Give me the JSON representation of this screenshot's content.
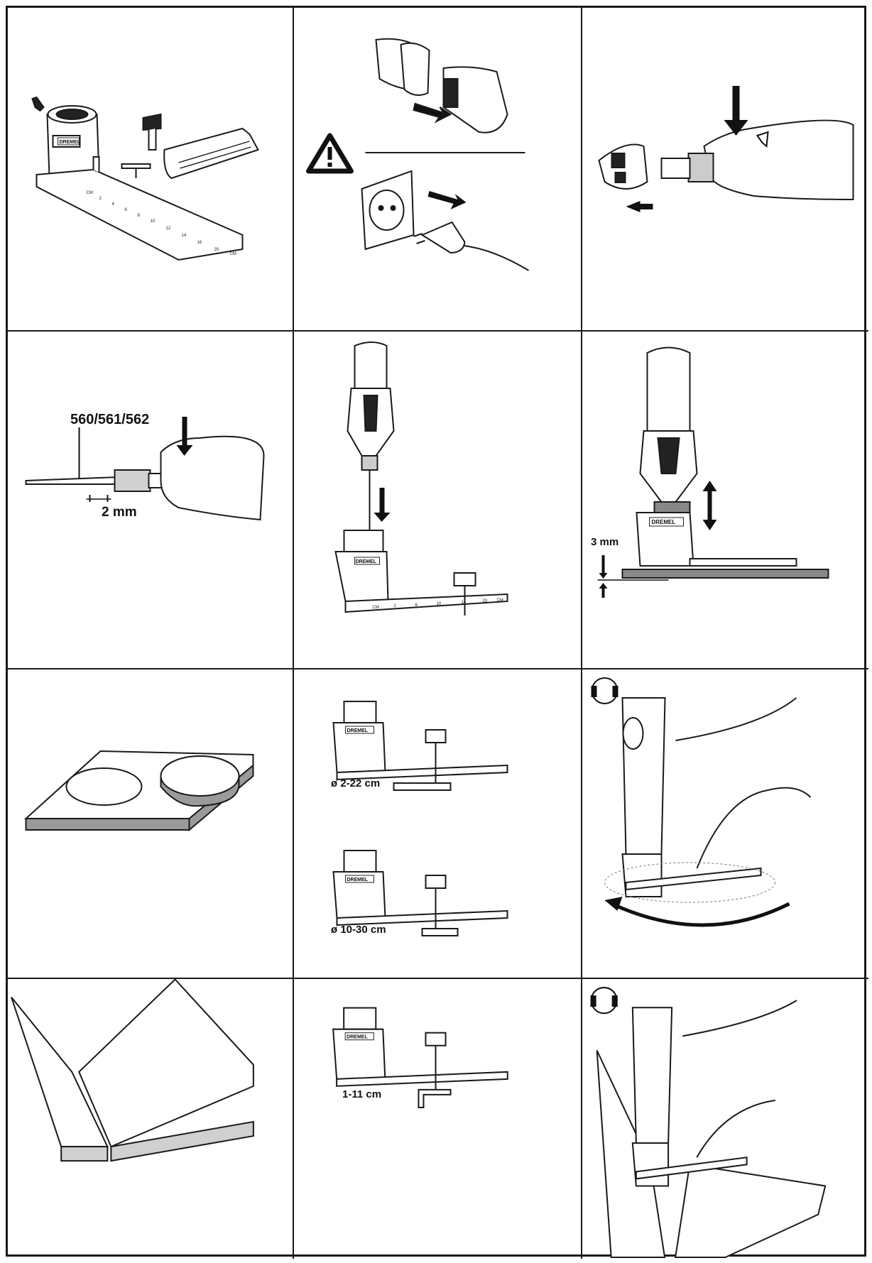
{
  "brand": "DREMEL",
  "ruler_unit": "CM",
  "panels": {
    "p1": {
      "icon": "circle-cutter-attachment-parts"
    },
    "p2": {
      "icon": "unplug-battery-and-mains-warning"
    },
    "p3": {
      "icon": "remove-nose-cap"
    },
    "p4": {
      "bit_label": "560/561/562",
      "gap_label": "2 mm"
    },
    "p5": {
      "icon": "insert-bit-into-attachment"
    },
    "p6": {
      "depth_label": "3 mm"
    },
    "p7": {
      "icon": "circular-hole-result"
    },
    "p8": {
      "range_small": "ø 2-22 cm",
      "range_large": "ø 10-30 cm"
    },
    "p9": {
      "icon": "cutting-circle-with-ear-protection"
    },
    "p10": {
      "icon": "straight-cut-result"
    },
    "p11": {
      "range": "1-11 cm"
    },
    "p12": {
      "icon": "cutting-straight-with-ear-protection"
    }
  },
  "colors": {
    "line": "#1a1a1a",
    "grey": "#9a9a9a",
    "light_grey": "#d8d8d8"
  }
}
